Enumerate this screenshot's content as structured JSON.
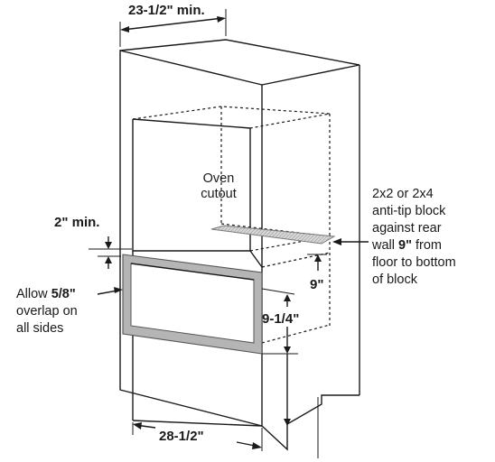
{
  "labels": {
    "width_min": "23-1/2\" min.",
    "oven_cutout_line1": "Oven",
    "oven_cutout_line2": "cutout",
    "gap_min": "2\" min.",
    "anti_tip_line1": "2x2 or 2x4",
    "anti_tip_line2": "anti-tip block",
    "anti_tip_line3": "against rear",
    "anti_tip_line4_pre": "wall ",
    "anti_tip_line4_bold": "9\"",
    "anti_tip_line4_post": " from",
    "anti_tip_line5": "floor to bottom",
    "anti_tip_line6": "of block",
    "block_height": "9\"",
    "cutout_floor_height": "9-1/4\"",
    "overlap_line1_pre": "Allow ",
    "overlap_line1_bold": "5/8\"",
    "overlap_line2": "overlap on",
    "overlap_line3": "all sides",
    "depth": "28-1/2\""
  },
  "colors": {
    "line": "#1a1a1a",
    "trim_frame": "#a8a8a8",
    "anti_tip_block": "#cfcfcf"
  }
}
